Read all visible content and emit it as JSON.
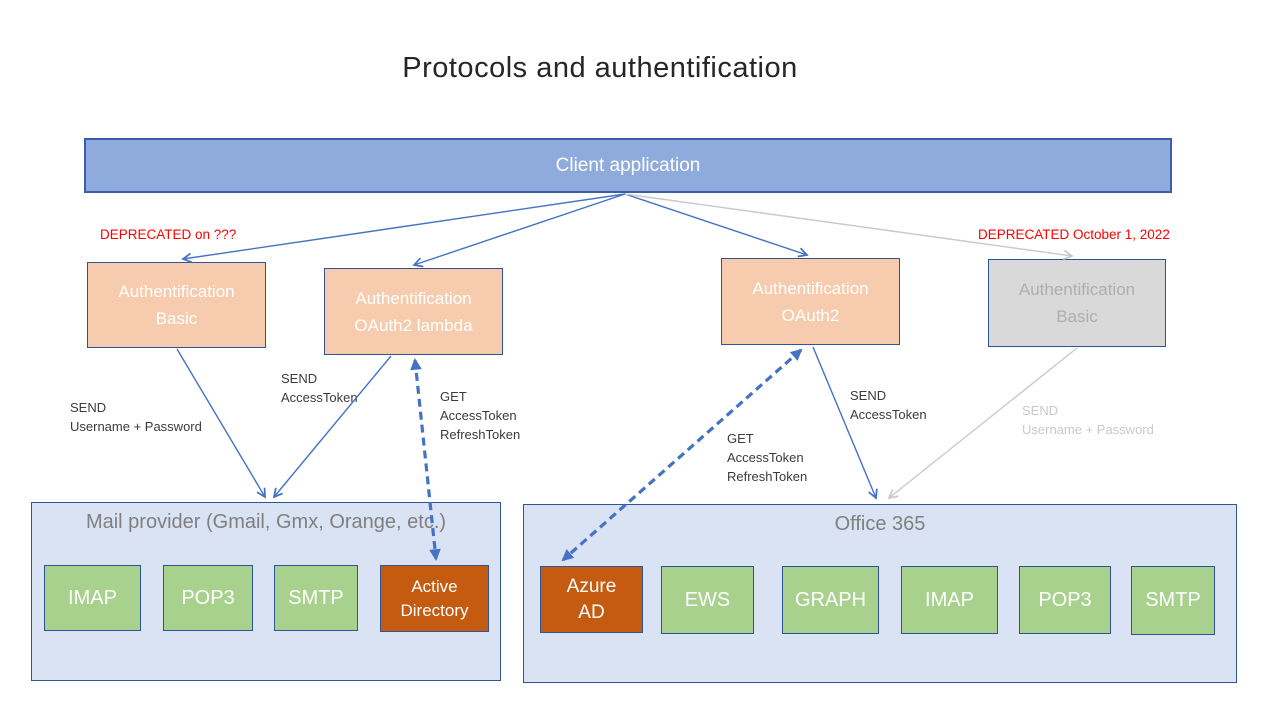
{
  "title": "Protocols and authentification",
  "client": {
    "label": "Client application"
  },
  "notes": {
    "left": "DEPRECATED on ???",
    "right": "DEPRECATED October 1, 2022"
  },
  "auth_boxes": {
    "basic_left": {
      "label": "Authentification\nBasic"
    },
    "oauth2_lambda": {
      "label": "Authentification\nOAuth2 lambda"
    },
    "oauth2": {
      "label": "Authentification\nOAuth2"
    },
    "basic_right": {
      "label": "Authentification\nBasic"
    }
  },
  "edge_labels": {
    "send_username_password_left": "SEND\nUsername + Password",
    "send_accesstoken_left": "SEND\nAccessToken",
    "get_tokens_left": "GET\nAccessToken\nRefreshToken",
    "get_tokens_right": "GET\nAccessToken\nRefreshToken",
    "send_accesstoken_right": "SEND\nAccessToken",
    "send_username_password_right": "SEND\nUsername + Password"
  },
  "mail_provider": {
    "title": "Mail provider (Gmail, Gmx, Orange, etc.)",
    "services": [
      {
        "label": "IMAP"
      },
      {
        "label": "POP3"
      },
      {
        "label": "SMTP"
      },
      {
        "label": "Active\nDirectory"
      }
    ]
  },
  "office365": {
    "title": "Office 365",
    "services": [
      {
        "label": "Azure\nAD"
      },
      {
        "label": "EWS"
      },
      {
        "label": "GRAPH"
      },
      {
        "label": "IMAP"
      },
      {
        "label": "POP3"
      },
      {
        "label": "SMTP"
      }
    ]
  },
  "colors": {
    "client_fill": "#8FAADC",
    "peach_fill": "#F7CBAD",
    "deprecated_gray_fill": "#D9D9D9",
    "container_fill": "#DAE3F3",
    "green_fill": "#A9D18E",
    "orange_fill": "#C55A11",
    "border_blue": "#2F5496",
    "arrow_blue": "#4472C4",
    "arrow_gray": "#C9C9C9",
    "deprecated_red": "#FF0000",
    "muted_title_gray": "#7F7F7F"
  }
}
